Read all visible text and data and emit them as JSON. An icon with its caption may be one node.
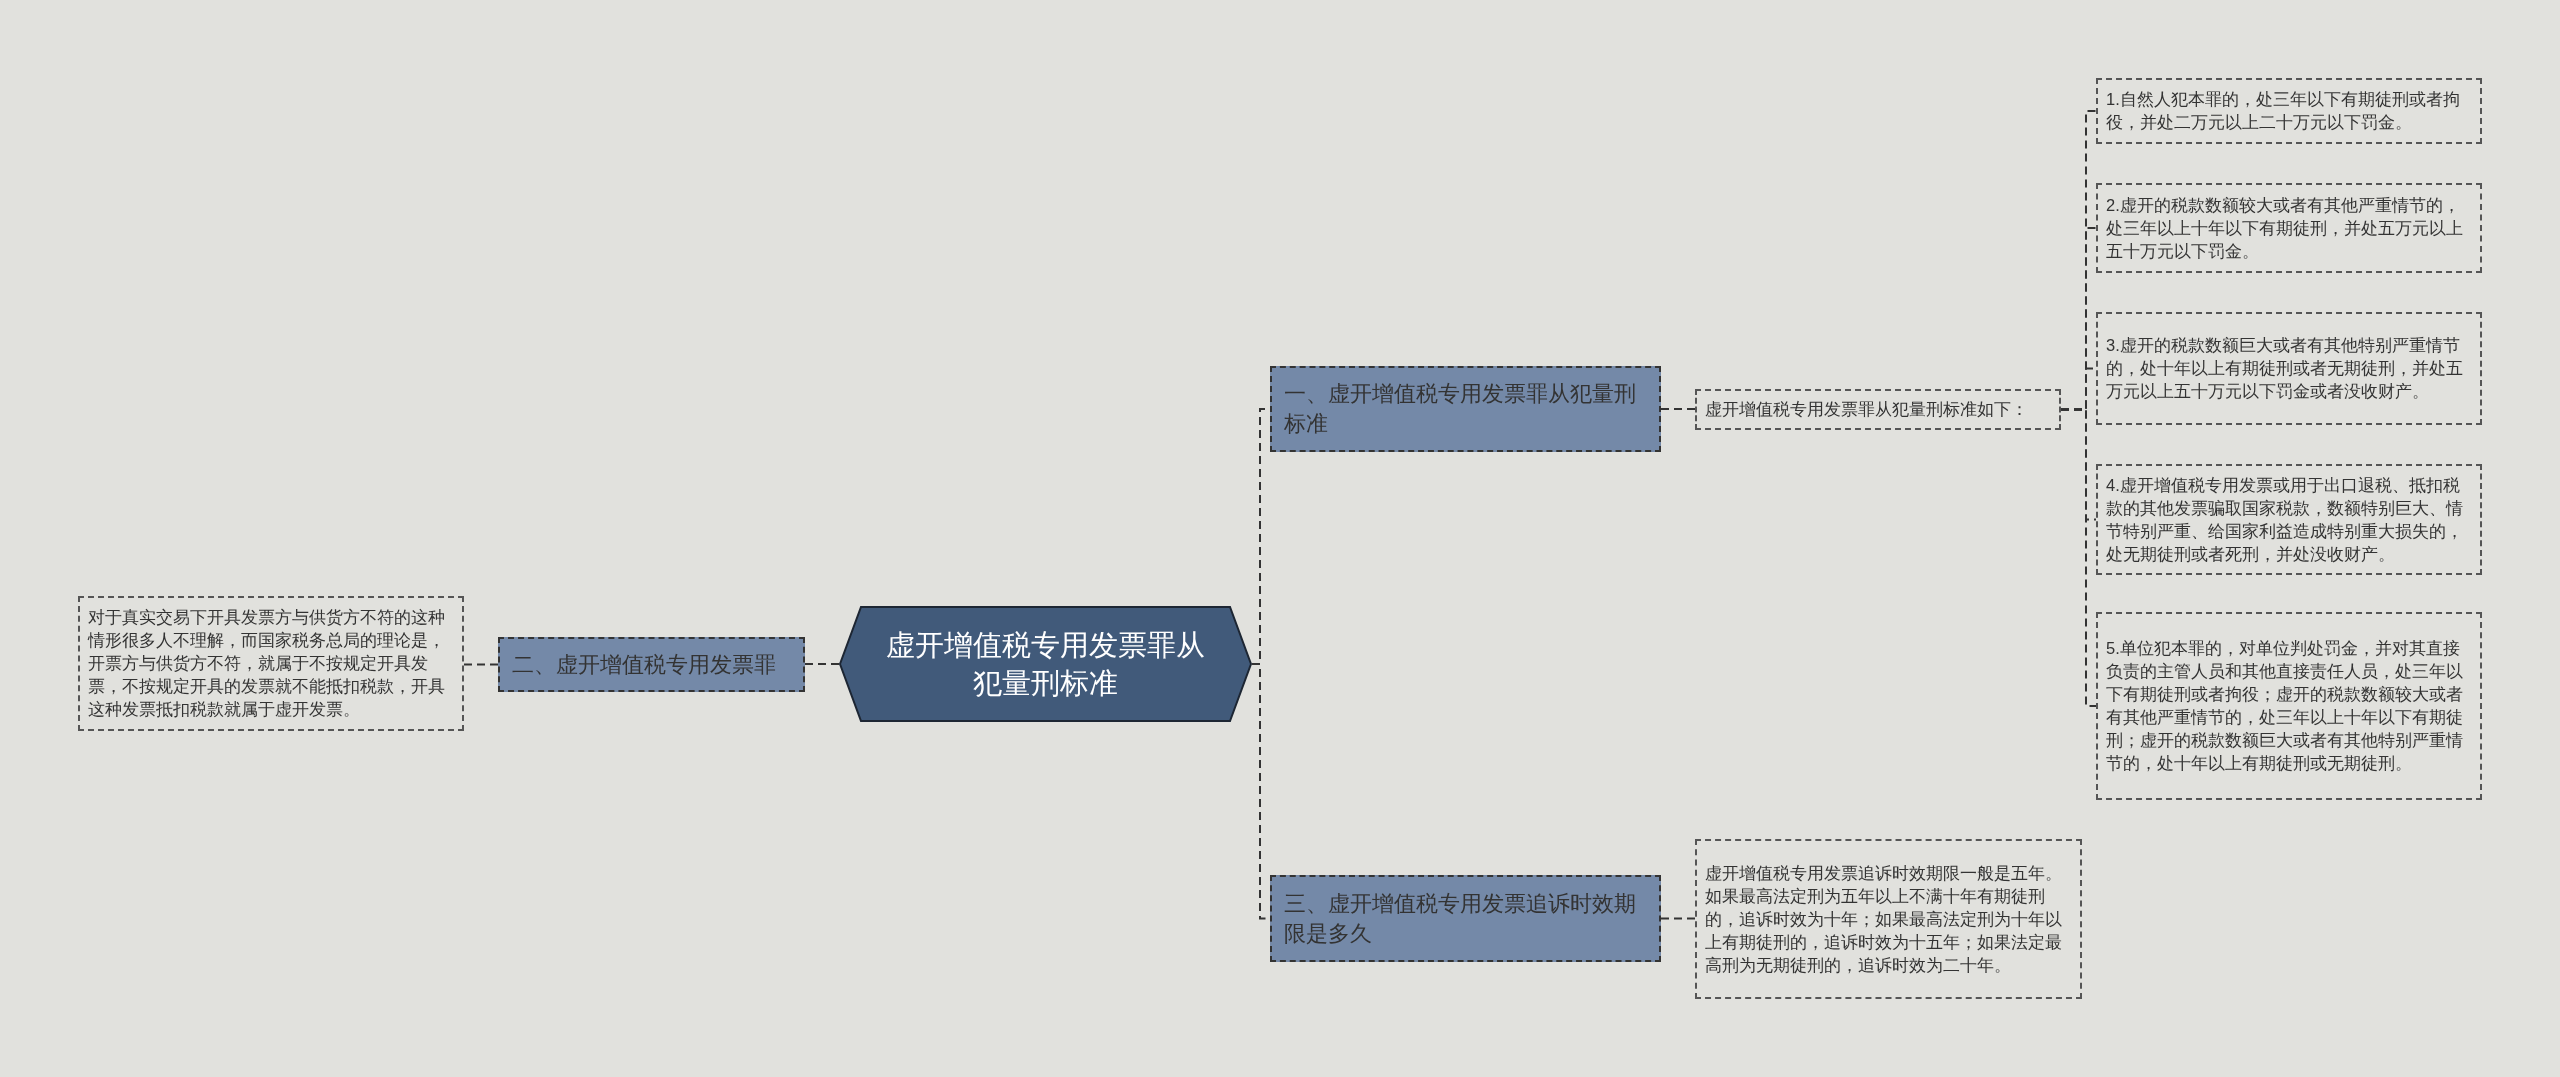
{
  "diagram": {
    "nodes": [
      {
        "text": [
          "虚开增值税专用发票罪从犯量刑标准"
        ]
      },
      {
        "text": [
          "二、虚开增值税专用发票罪"
        ]
      },
      {
        "text": [
          "对于真实交易下开具发票方与供货方不符的这种情形很多人不理解，而国家税务总局的理论是，开票方与供货方不符，就属于不按规定开具发票，不按规定开具的发票就不能抵扣税款，开具这种发票抵扣税款就属于虚开发票。"
        ]
      },
      {
        "text": [
          "一、虚开增值税专用发票罪从犯量刑标准"
        ]
      },
      {
        "text": [
          "虚开增值税专用发票罪从犯量刑标准如下："
        ]
      },
      {
        "text": [
          "1.自然人犯本罪的，处三年以下有期徒刑或者拘役，并处二万元以上二十万元以下罚金。"
        ]
      },
      {
        "text": [
          "2.虚开的税款数额较大或者有其他严重情节的，处三年以上十年以下有期徒刑，并处五万元以上五十万元以下罚金。"
        ]
      },
      {
        "text": [
          "3.虚开的税款数额巨大或者有其他特别严重情节的，处十年以上有期徒刑或者无期徒刑，并处五万元以上五十万元以下罚金或者没收财产。"
        ]
      },
      {
        "text": [
          "4.虚开增值税专用发票或用于出口退税、抵扣税款的其他发票骗取国家税款，数额特别巨大、情节特别严重、给国家利益造成特别重大损失的，处无期徒刑或者死刑，并处没收财产。"
        ]
      },
      {
        "text": [
          "5.单位犯本罪的，对单位判处罚金，并对其直接负责的主管人员和其他直接责任人员，处三年以下有期徒刑或者拘役；虚开的税款数额较大或者有其他严重情节的，处三年以上十年以下有期徒刑；虚开的税款数额巨大或者有其他特别严重情节的，处十年以上有期徒刑或无期徒刑。"
        ]
      },
      {
        "text": [
          "三、虚开增值税专用发票追诉时效期限是多久"
        ]
      },
      {
        "text": [
          "虚开增值税专用发票追诉时效期限一般是五年。如果最高法定刑为五年以上不满十年有期徒刑的，追诉时效为十年；如果最高法定刑为十年以上有期徒刑的，追诉时效为十五年；如果法定最高刑为无期徒刑的，追诉时效为二十年。"
        ]
      }
    ],
    "edges": [
      {
        "from": 0,
        "to": 1,
        "arrow": "none"
      },
      {
        "from": 1,
        "to": 2,
        "arrow": "none"
      },
      {
        "from": 0,
        "to": 3,
        "arrow": "none"
      },
      {
        "from": 3,
        "to": 4,
        "arrow": "none"
      },
      {
        "from": 4,
        "to": 5,
        "arrow": "none"
      },
      {
        "from": 4,
        "to": 6,
        "arrow": "none"
      },
      {
        "from": 4,
        "to": 7,
        "arrow": "none"
      },
      {
        "from": 4,
        "to": 8,
        "arrow": "none"
      },
      {
        "from": 4,
        "to": 9,
        "arrow": "none"
      },
      {
        "from": 0,
        "to": 10,
        "arrow": "none"
      },
      {
        "from": 10,
        "to": 11,
        "arrow": "none"
      }
    ]
  }
}
